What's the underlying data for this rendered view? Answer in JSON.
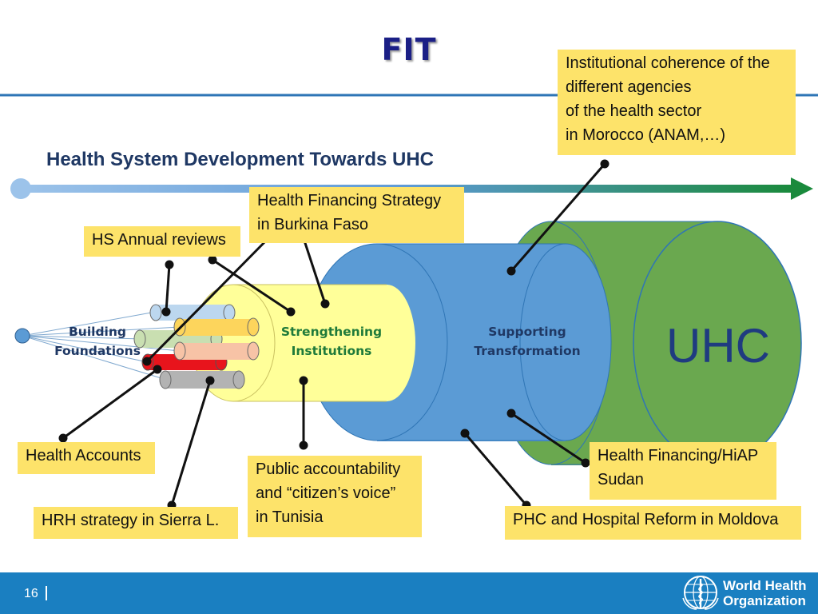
{
  "slide": {
    "title": "FIT",
    "subtitle": "Health System Development  Towards UHC",
    "page_number": "16"
  },
  "diagram": {
    "stages": {
      "building": [
        "Building",
        "Foundations"
      ],
      "strengthening": [
        "Strengthening",
        "Institutions"
      ],
      "supporting": [
        "Supporting",
        "Transformation"
      ],
      "goal": "UHC"
    },
    "callouts": {
      "institutional": [
        "Institutional coherence of the",
        "different agencies",
        "of the health sector",
        "in Morocco (ANAM,…)"
      ],
      "financing_bf": [
        "Health Financing Strategy",
        "in Burkina Faso"
      ],
      "annual_reviews": [
        "HS Annual reviews"
      ],
      "health_accounts": [
        "Health Accounts"
      ],
      "hrh": [
        "HRH strategy in Sierra L."
      ],
      "accountability": [
        "Public accountability",
        "and “citizen’s voice”",
        "in Tunisia"
      ],
      "financing_sudan": [
        "Health Financing/HiAP",
        "Sudan"
      ],
      "phc_moldova": [
        "PHC and Hospital Reform in Moldova"
      ]
    }
  },
  "footer": {
    "org_name": [
      "World Health",
      "Organization"
    ]
  },
  "colors": {
    "title": "#1b1f86",
    "callout_fill": "#fde36a",
    "cylinder_green": "#6aa84f",
    "cylinder_blue": "#5b9bd5",
    "cylinder_yellow": "#ffff99",
    "footer_blue": "#1a7fc1"
  }
}
